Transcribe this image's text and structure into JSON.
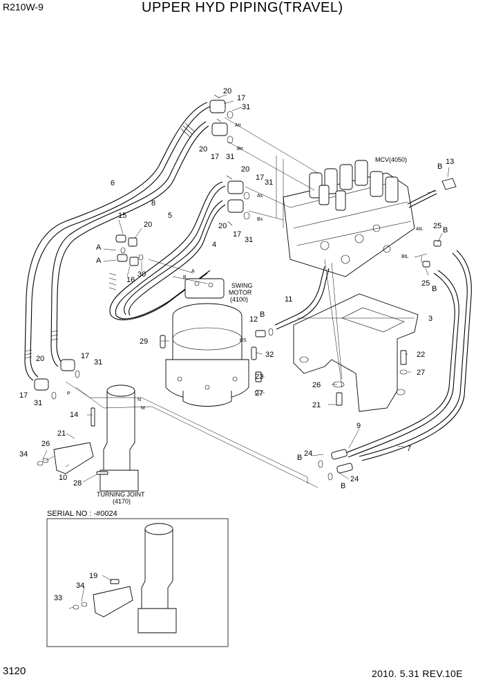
{
  "header": {
    "model": "R210W-9",
    "title": "UPPER HYD PIPING(TRAVEL)"
  },
  "footer": {
    "page_number": "3120",
    "date_revision": "2010. 5.31  REV.10E"
  },
  "inset": {
    "label": "SERIAL NO : -#0024"
  },
  "components": {
    "mcv": "MCV(4050)",
    "swing_motor_1": "SWING",
    "swing_motor_2": "MOTOR",
    "swing_motor_3": "(4100)",
    "turning_joint_1": "TURNING JOINT",
    "turning_joint_2": "(4170)"
  },
  "port_labels": {
    "atr": "Atr",
    "btr": "Btr",
    "as": "As",
    "bs": "Bs",
    "atl": "AtL",
    "btl": "BtL",
    "rs": "RS",
    "p": "P",
    "n": "N",
    "m": "M",
    "a": "A",
    "b": "B"
  },
  "callouts": [
    {
      "id": "c1",
      "text": "20"
    },
    {
      "id": "c2",
      "text": "17"
    },
    {
      "id": "c3",
      "text": "31"
    },
    {
      "id": "c4",
      "text": "20"
    },
    {
      "id": "c5",
      "text": "17"
    },
    {
      "id": "c6",
      "text": "31"
    },
    {
      "id": "c7",
      "text": "20"
    },
    {
      "id": "c8",
      "text": "17"
    },
    {
      "id": "c9",
      "text": "31"
    },
    {
      "id": "c10",
      "text": "20"
    },
    {
      "id": "c11",
      "text": "17"
    },
    {
      "id": "c12",
      "text": "31"
    },
    {
      "id": "c13",
      "text": "6"
    },
    {
      "id": "c14",
      "text": "8"
    },
    {
      "id": "c15",
      "text": "5"
    },
    {
      "id": "c16",
      "text": "4"
    },
    {
      "id": "c17",
      "text": "15"
    },
    {
      "id": "c18",
      "text": "20"
    },
    {
      "id": "c19",
      "text": "A"
    },
    {
      "id": "c20",
      "text": "A"
    },
    {
      "id": "c21",
      "text": "16"
    },
    {
      "id": "c22",
      "text": "30"
    },
    {
      "id": "c23",
      "text": "B"
    },
    {
      "id": "c24",
      "text": "13"
    },
    {
      "id": "c25",
      "text": "25"
    },
    {
      "id": "c26",
      "text": "B"
    },
    {
      "id": "c27",
      "text": "25"
    },
    {
      "id": "c28",
      "text": "B"
    },
    {
      "id": "c29",
      "text": "11"
    },
    {
      "id": "c30",
      "text": "12"
    },
    {
      "id": "c31",
      "text": "B"
    },
    {
      "id": "c32",
      "text": "3"
    },
    {
      "id": "c33",
      "text": "29"
    },
    {
      "id": "c34",
      "text": "32"
    },
    {
      "id": "c35",
      "text": "23"
    },
    {
      "id": "c36",
      "text": "27"
    },
    {
      "id": "c37",
      "text": "22"
    },
    {
      "id": "c38",
      "text": "27"
    },
    {
      "id": "c39",
      "text": "26"
    },
    {
      "id": "c40",
      "text": "21"
    },
    {
      "id": "c41",
      "text": "20"
    },
    {
      "id": "c42",
      "text": "17"
    },
    {
      "id": "c43",
      "text": "31"
    },
    {
      "id": "c44",
      "text": "17"
    },
    {
      "id": "c45",
      "text": "31"
    },
    {
      "id": "c46",
      "text": "14"
    },
    {
      "id": "c47",
      "text": "21"
    },
    {
      "id": "c48",
      "text": "26"
    },
    {
      "id": "c49",
      "text": "34"
    },
    {
      "id": "c50",
      "text": "10"
    },
    {
      "id": "c51",
      "text": "28"
    },
    {
      "id": "c52",
      "text": "9"
    },
    {
      "id": "c53",
      "text": "7"
    },
    {
      "id": "c54",
      "text": "B"
    },
    {
      "id": "c55",
      "text": "24"
    },
    {
      "id": "c56",
      "text": "24"
    },
    {
      "id": "c57",
      "text": "B"
    },
    {
      "id": "c58",
      "text": "19"
    },
    {
      "id": "c59",
      "text": "34"
    },
    {
      "id": "c60",
      "text": "33"
    }
  ]
}
